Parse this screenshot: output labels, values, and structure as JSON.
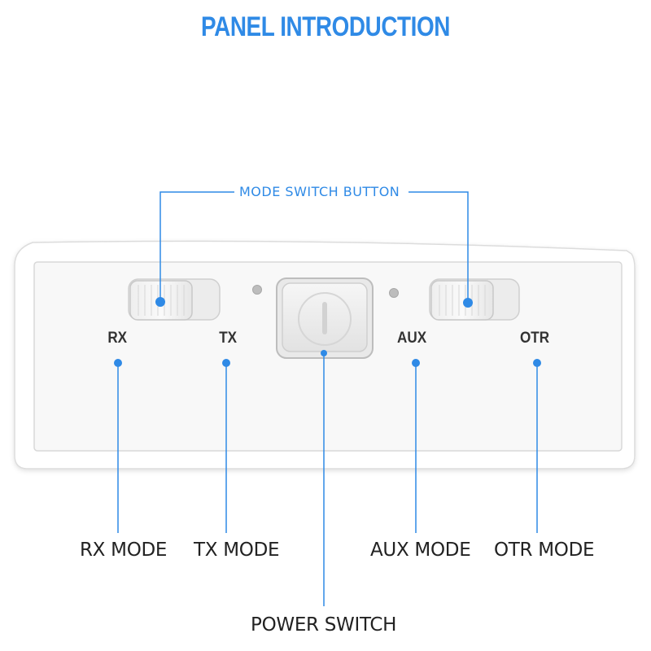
{
  "title": "PANEL INTRODUCTION",
  "callouts": {
    "mode_switch_button": "MODE SWITCH BUTTON",
    "rx_mode": "RX MODE",
    "tx_mode": "TX MODE",
    "aux_mode": "AUX MODE",
    "otr_mode": "OTR MODE",
    "power_switch": "POWER SWITCH"
  },
  "panel_labels": {
    "rx": "RX",
    "tx": "TX",
    "aux": "AUX",
    "otr": "OTR"
  },
  "colors": {
    "accent": "#2f8ae6",
    "text": "#222222",
    "panel": "#f7f7f7"
  },
  "icons": {
    "power_button": "power-icon"
  }
}
